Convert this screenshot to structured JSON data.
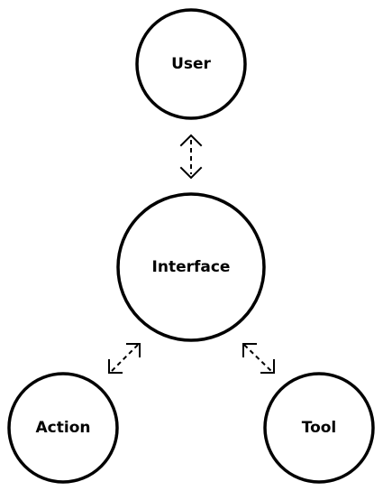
{
  "nodes": {
    "user": {
      "label": "User"
    },
    "interface": {
      "label": "Interface"
    },
    "action": {
      "label": "Action"
    },
    "tool": {
      "label": "Tool"
    }
  },
  "connections": [
    {
      "from": "user",
      "to": "interface",
      "style": "dashed",
      "direction": "bidirectional"
    },
    {
      "from": "interface",
      "to": "action",
      "style": "dashed",
      "direction": "bidirectional"
    },
    {
      "from": "interface",
      "to": "tool",
      "style": "dashed",
      "direction": "bidirectional"
    }
  ],
  "colors": {
    "stroke": "#000000",
    "fill": "#ffffff",
    "text": "#000000"
  }
}
